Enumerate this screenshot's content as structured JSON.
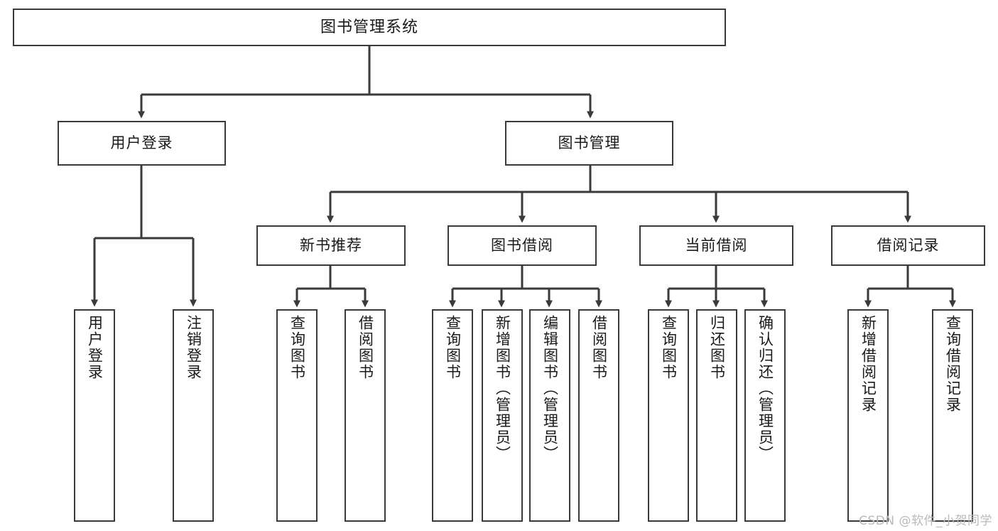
{
  "diagram": {
    "title": "图书管理系统",
    "watermark": "CSDN @软件_小贺同学",
    "stroke_color": "#3a3a3a",
    "text_color": "#1a1a1a",
    "background_color": "#ffffff",
    "root": {
      "label": "图书管理系统"
    },
    "level2": [
      {
        "label": "用户登录"
      },
      {
        "label": "图书管理"
      }
    ],
    "level3": [
      {
        "label": "新书推荐"
      },
      {
        "label": "图书借阅"
      },
      {
        "label": "当前借阅"
      },
      {
        "label": "借阅记录"
      }
    ],
    "leaves": {
      "user_login": [
        {
          "label": "用户登录"
        },
        {
          "label": "注销登录"
        }
      ],
      "new_book_recommend": [
        {
          "label": "查询图书"
        },
        {
          "label": "借阅图书"
        }
      ],
      "book_borrow": [
        {
          "label": "查询图书"
        },
        {
          "label": "新增图书（管理员）"
        },
        {
          "label": "编辑图书（管理员）"
        },
        {
          "label": "借阅图书"
        }
      ],
      "current_borrow": [
        {
          "label": "查询图书"
        },
        {
          "label": "归还图书"
        },
        {
          "label": "确认归还（管理员）"
        }
      ],
      "borrow_record": [
        {
          "label": "新增借阅记录"
        },
        {
          "label": "查询借阅记录"
        }
      ]
    }
  }
}
